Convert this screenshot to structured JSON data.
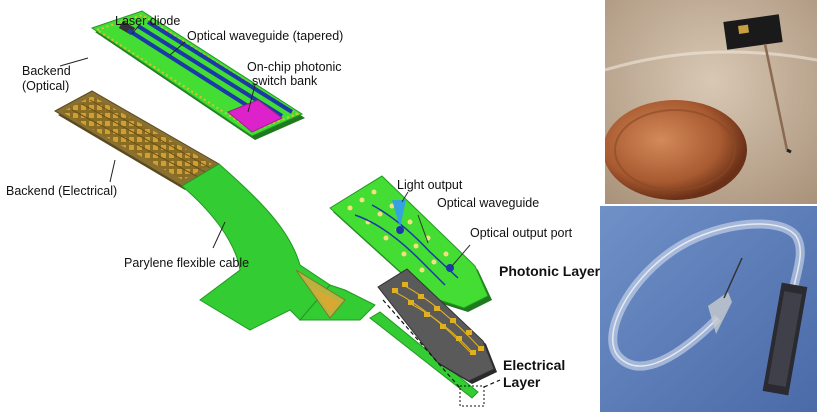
{
  "labels": {
    "laser_diode": "Laser diode",
    "optical_waveguide_tapered": "Optical waveguide (tapered)",
    "backend_optical_line1": "Backend",
    "backend_optical_line2": "(Optical)",
    "switch_bank_line1": "On-chip photonic",
    "switch_bank_line2": "switch bank",
    "backend_electrical": "Backend  (Electrical)",
    "light_output": "Light output",
    "optical_waveguide": "Optical waveguide",
    "optical_output_port": "Optical output port",
    "photonic_layer": "Photonic Layer",
    "parylene_cable": "Parylene flexible cable",
    "electrical_layer_line1": "Electrical",
    "electrical_layer_line2": "Layer"
  },
  "colors": {
    "parylene_green": "#33cc33",
    "pad_gold": "#e0b020",
    "waveguide_blue": "#1a3aa8",
    "switch_magenta": "#dd22cc",
    "electrical_dark": "#555555",
    "light_cone_blue": "#3399ff"
  }
}
